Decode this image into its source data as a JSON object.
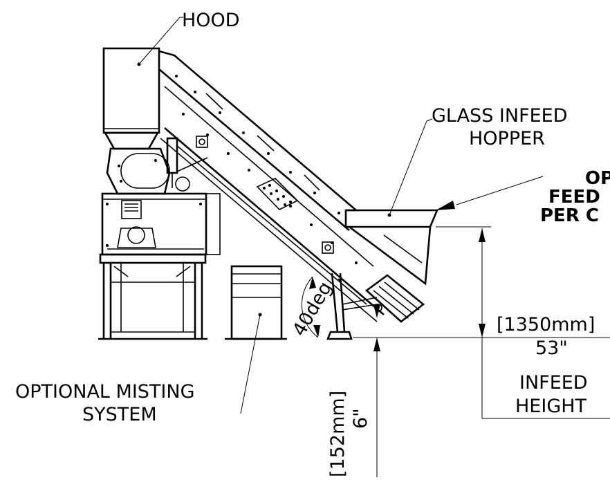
{
  "labels": {
    "hood": "HOOD",
    "glass_infeed_1": "GLASS INFEED",
    "glass_infeed_2": "HOPPER",
    "cut_1": "OP",
    "cut_2": "FEED",
    "cut_3": "PER C",
    "misting_1": "OPTIONAL MISTING",
    "misting_2": "SYSTEM",
    "angle": "40deg",
    "height_mm": "[1350mm]",
    "height_in": "53\"",
    "height_desc_1": "INFEED",
    "height_desc_2": "HEIGHT",
    "gap_mm": "[152mm]",
    "gap_in": "6\""
  }
}
